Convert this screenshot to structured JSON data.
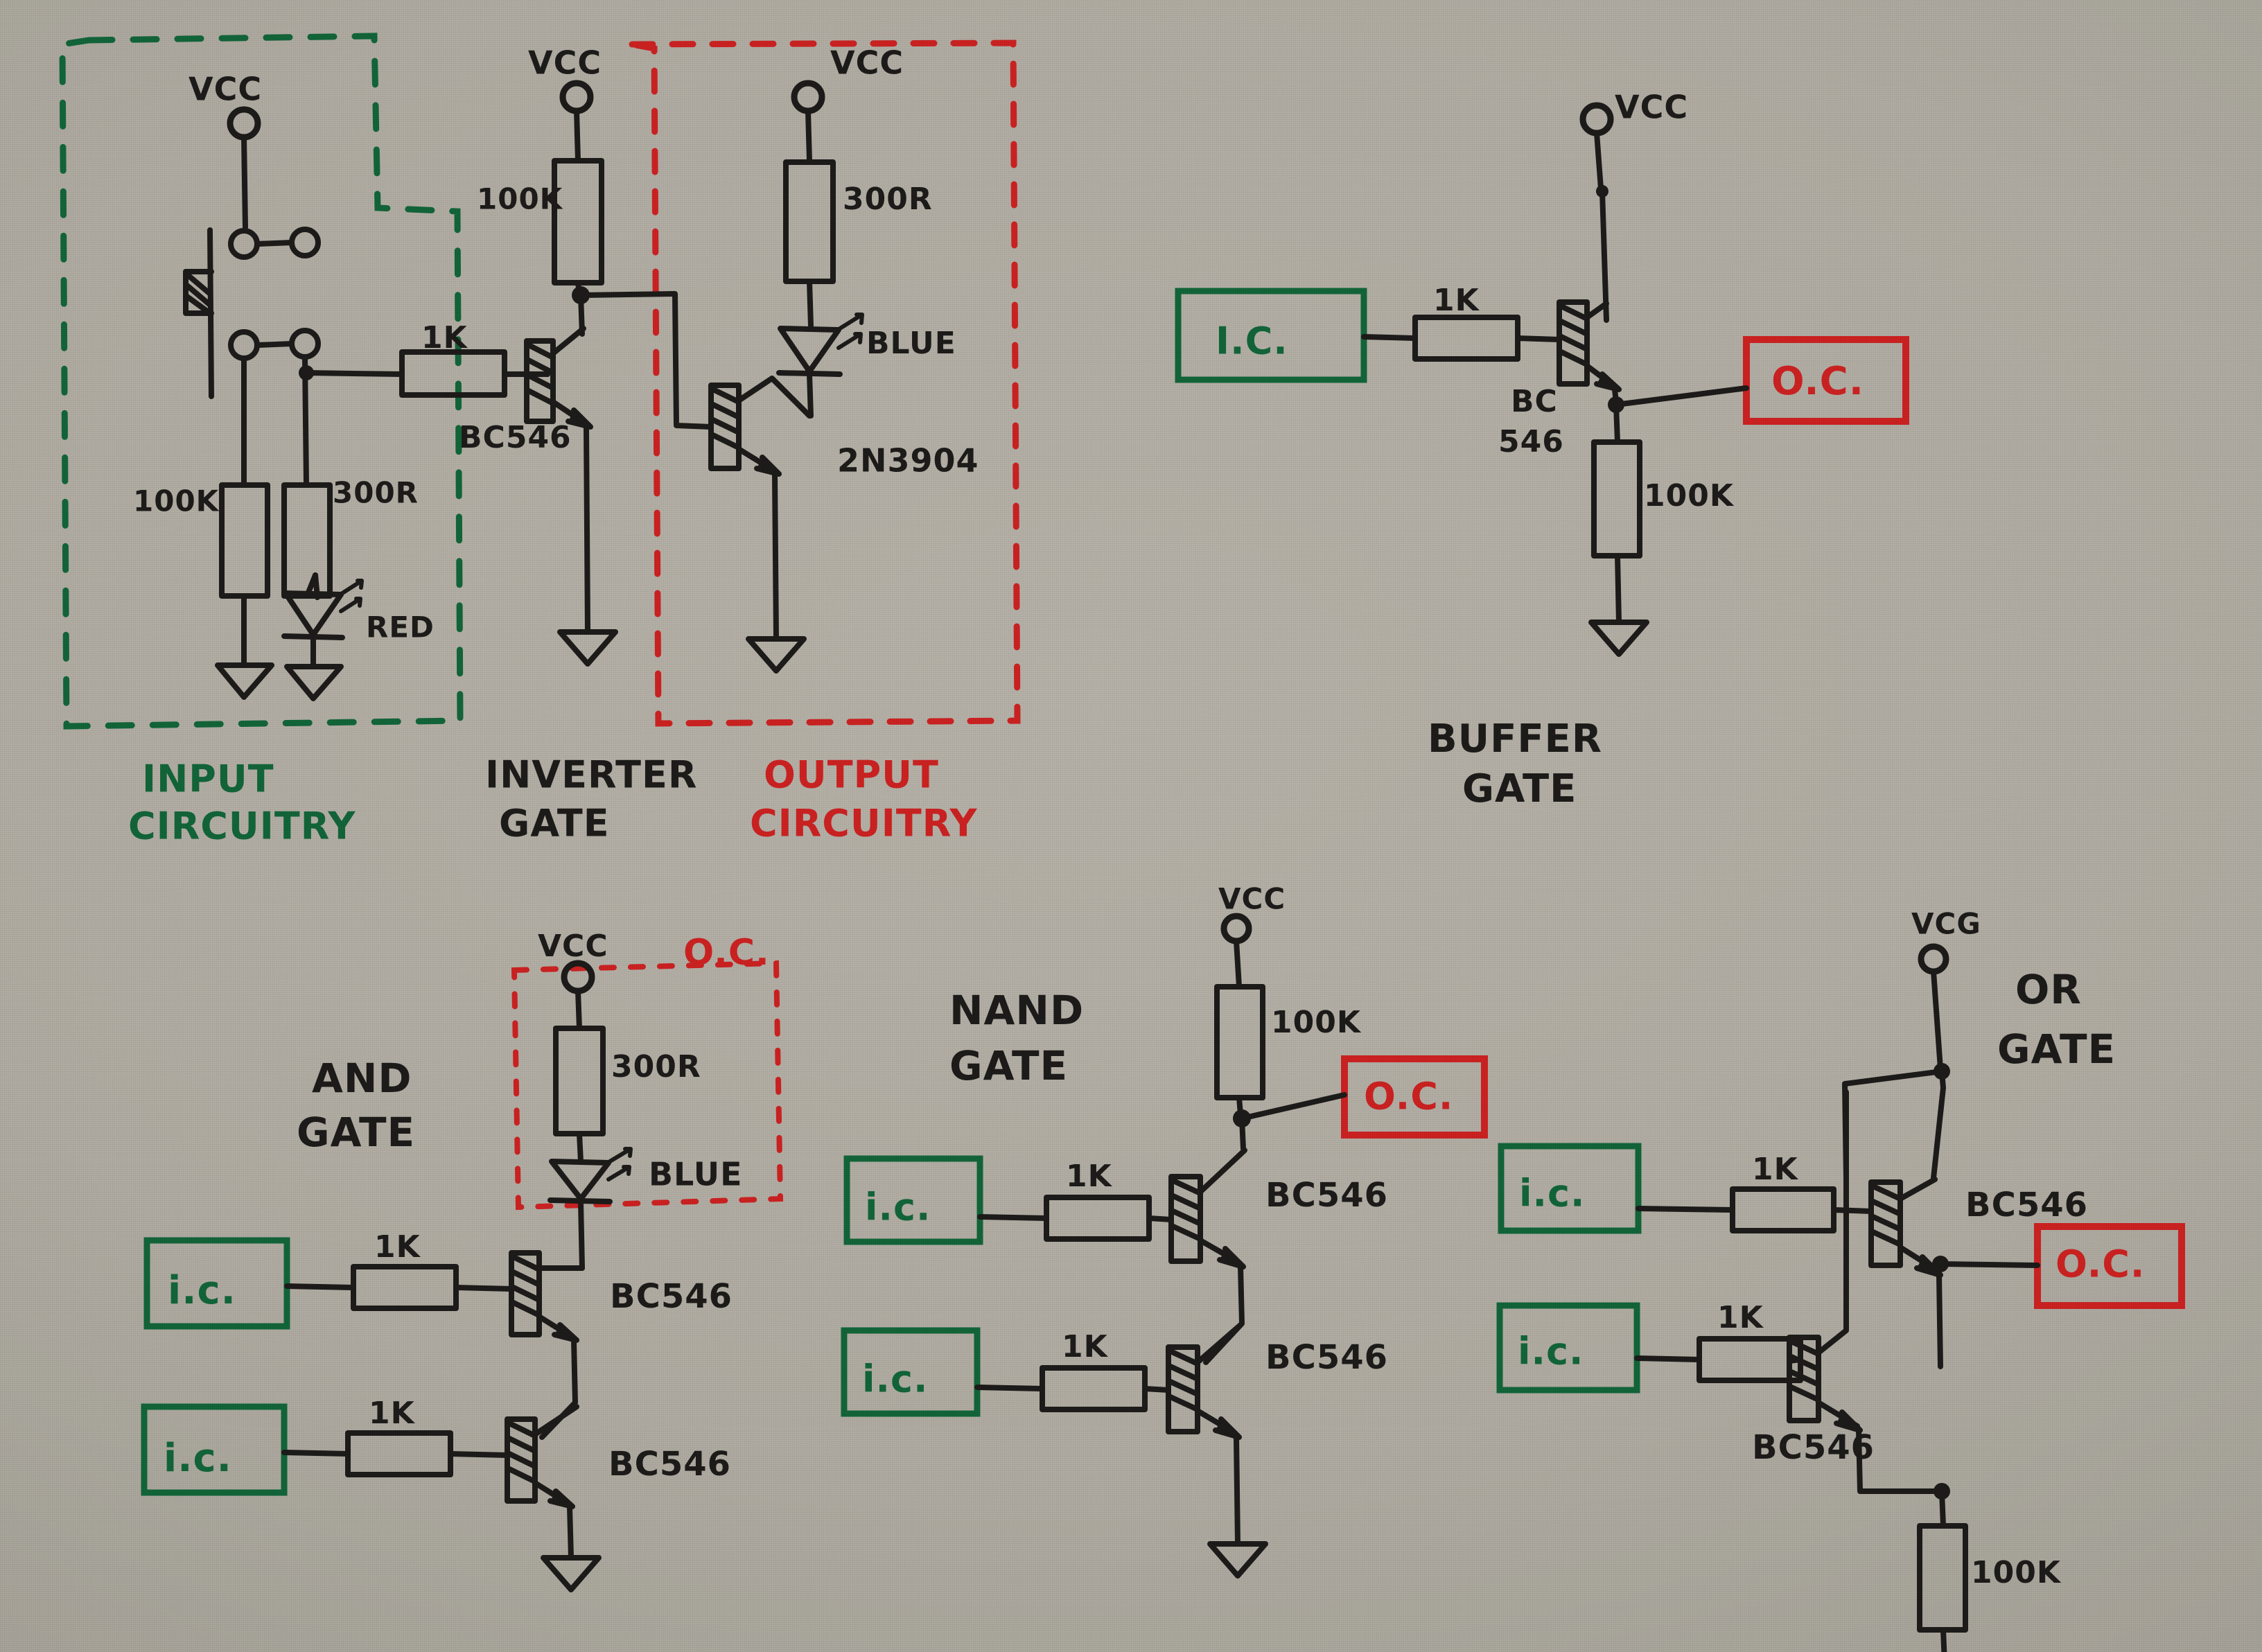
{
  "sheet": {
    "background_hex": "#b2aea4",
    "ink_hex": "#1d1c1a",
    "green_hex": "#13663a",
    "red_hex": "#cf2222"
  },
  "sections": {
    "input_circuitry": {
      "label_line1": "INPUT",
      "label_line2": "CIRCUITRY",
      "color": "#13663a",
      "style": "dashed-green-box"
    },
    "inverter_gate": {
      "label_line1": "INVERTER",
      "label_line2": "GATE",
      "color": "#1d1c1a",
      "style": "plain"
    },
    "output_circuitry": {
      "label_line1": "OUTPUT",
      "label_line2": "CIRCUITRY",
      "color": "#cf2222",
      "style": "dashed-red-box"
    },
    "buffer_gate": {
      "label_line1": "BUFFER",
      "label_line2": "GATE",
      "color": "#1d1c1a",
      "style": "plain"
    },
    "and_gate": {
      "label_line1": "AND",
      "label_line2": "GATE",
      "color": "#1d1c1a",
      "style": "plain"
    },
    "nand_gate": {
      "label_line1": "NAND",
      "label_line2": "GATE",
      "color": "#1d1c1a",
      "style": "plain"
    },
    "or_gate": {
      "label_line1": "OR",
      "label_line2": "GATE",
      "color": "#1d1c1a",
      "style": "plain"
    }
  },
  "input_circuitry": {
    "vcc_label": "VCC",
    "pulldown_resistor": "100K",
    "led_resistor": "300R",
    "led_label": "RED",
    "series_resistor": "1K",
    "switch": "spdt-toggle"
  },
  "inverter_gate": {
    "vcc_label": "VCC",
    "collector_resistor": "100K",
    "transistor": "BC546"
  },
  "output_circuitry": {
    "vcc_label": "VCC",
    "led_resistor": "300R",
    "led_label": "BLUE",
    "transistor": "2N3904"
  },
  "buffer_gate": {
    "vcc_label": "VCC",
    "input_block": "I.C.",
    "base_resistor": "1K",
    "transistor_line1": "BC",
    "transistor_line2": "546",
    "emitter_resistor": "100K",
    "output_block": "O.C."
  },
  "and_gate": {
    "vcc_label": "VCC",
    "oc_tag": "O.C.",
    "led_resistor": "300R",
    "led_label": "BLUE",
    "input1_block": "i.c.",
    "input1_resistor": "1K",
    "transistor1": "BC546",
    "input2_block": "i.c.",
    "input2_resistor": "1K",
    "transistor2": "BC546"
  },
  "nand_gate": {
    "vcc_label": "VCC",
    "pullup_resistor": "100K",
    "output_block": "O.C.",
    "input1_block": "i.c.",
    "input1_resistor": "1K",
    "transistor1": "BC546",
    "input2_block": "i.c.",
    "input2_resistor": "1K",
    "transistor2": "BC546"
  },
  "or_gate": {
    "vcc_label": "VCG",
    "input1_block": "i.c.",
    "input1_resistor": "1K",
    "transistor1": "BC546",
    "input2_block": "i.c.",
    "input2_resistor": "1K",
    "transistor2": "BC546",
    "output_block": "O.C.",
    "emitter_resistor": "100K"
  }
}
